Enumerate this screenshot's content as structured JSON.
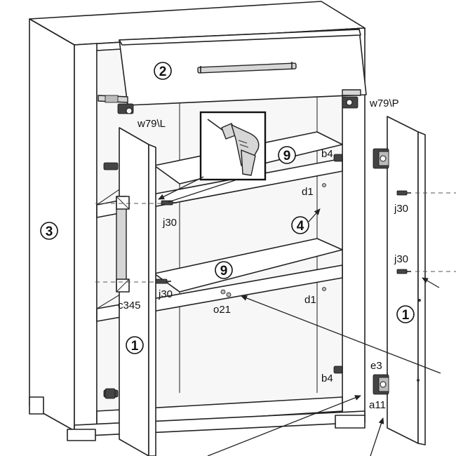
{
  "labels": {
    "hinge_left": "w79\\L",
    "hinge_right": "w79\\P",
    "screw_upper_left": "j30",
    "screw_lower_left": "j30",
    "screw_door_upper": "j30",
    "screw_door_lower": "j30",
    "handle": "c345",
    "connector": "o21",
    "pin_upper": "d1",
    "pin_lower": "d1",
    "bracket_upper": "b4",
    "bracket_lower": "b4",
    "hinge_plate": "e3",
    "hinge_plate_screw": "a11"
  },
  "parts": {
    "door": "1",
    "door_right": "1",
    "drawer": "2",
    "side_panel": "3",
    "partition": "4",
    "shelf_upper": "9",
    "shelf_lower": "9"
  },
  "icons": {
    "drill": "power-drill-icon"
  }
}
